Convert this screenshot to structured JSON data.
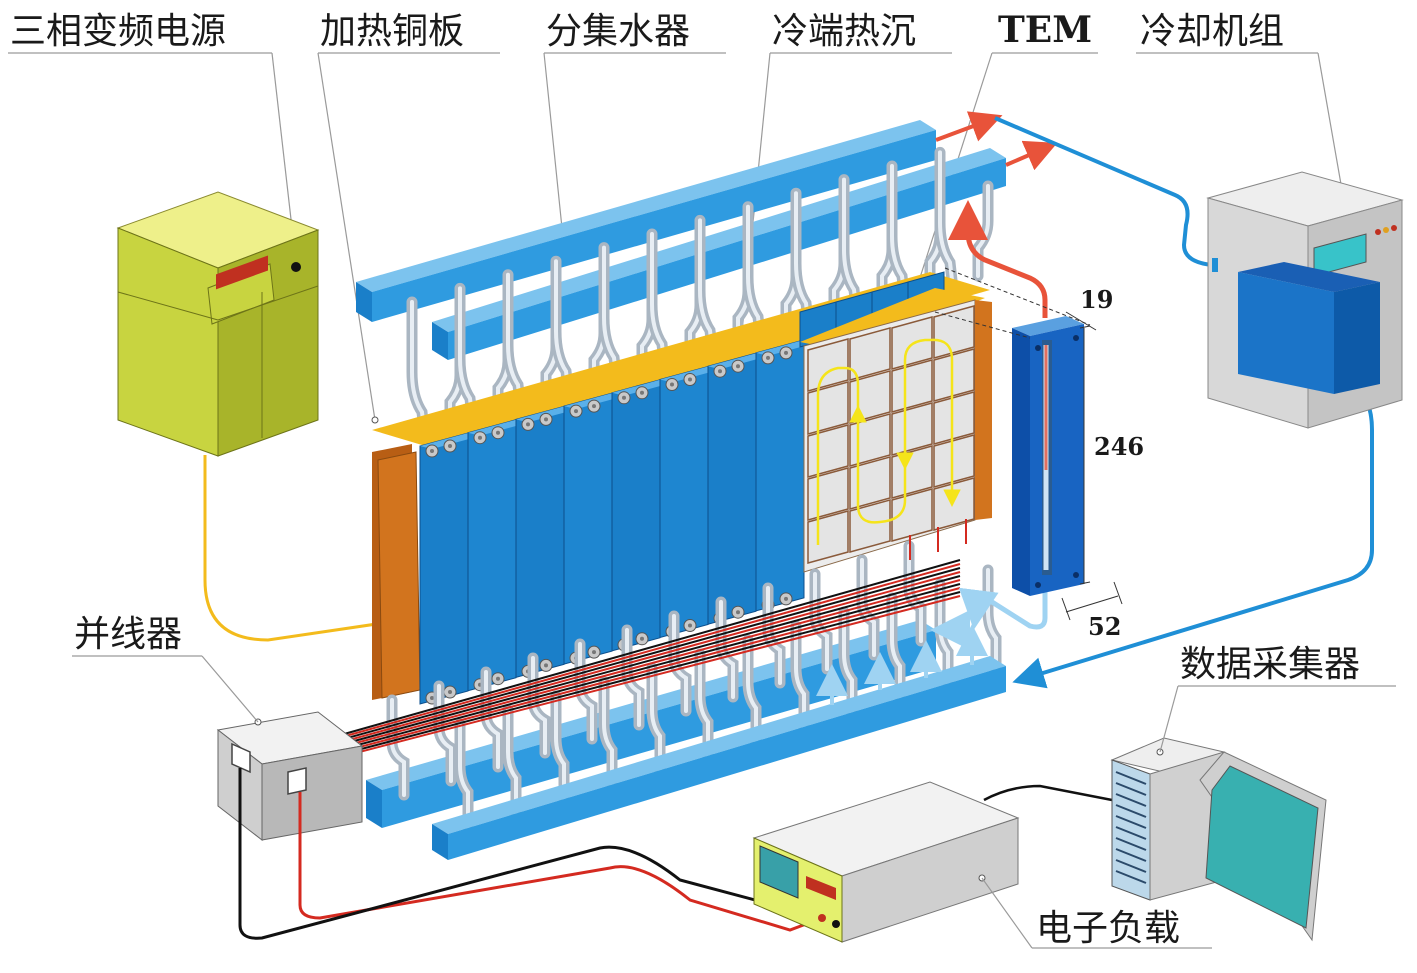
{
  "labels": {
    "power_supply": "三相变频电源",
    "heating_plate": "加热铜板",
    "manifold": "分集水器",
    "cold_sink": "冷端热沉",
    "tem": "TEM",
    "chiller": "冷却机组",
    "combiner": "并线器",
    "daq": "数据采集器",
    "load": "电子负载"
  },
  "dimensions": {
    "thickness": "19",
    "height": "246",
    "width": "52"
  },
  "colors": {
    "blue_module": "#1a7fc9",
    "pipe_blue": "#2f9be0",
    "hot_red": "#e8533a",
    "copper": "#d2741e",
    "yellow_frame": "#f3bb1c",
    "power_box": "#c6d23e",
    "tem_gray": "#e2e2e2",
    "flow_yellow": "#f5e41a"
  }
}
